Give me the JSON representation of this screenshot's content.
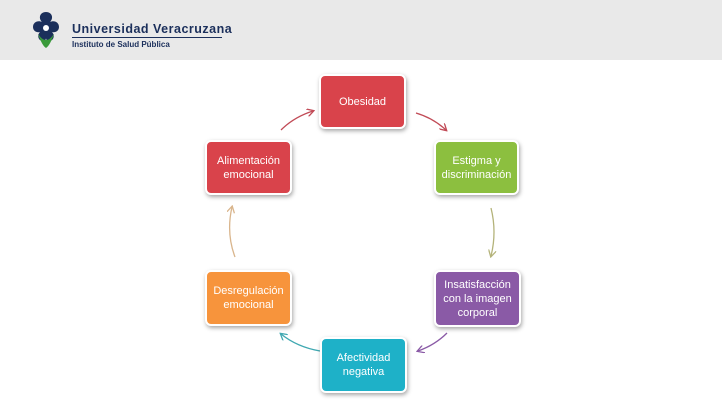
{
  "header": {
    "university": "Universidad Veracruzana",
    "institute": "Instituto de Salud Pública"
  },
  "diagram": {
    "nodes": [
      {
        "id": "obesidad",
        "label": "Obesidad",
        "color": "#d9434b"
      },
      {
        "id": "estigma",
        "label": "Estigma y\ndiscriminación",
        "color": "#8cbf3f"
      },
      {
        "id": "insatisfaccion",
        "label": "Insatisfacción\ncon la imagen\ncorporal",
        "color": "#8a5aa6"
      },
      {
        "id": "afectividad",
        "label": "Afectividad\nnegativa",
        "color": "#1eb1c8"
      },
      {
        "id": "desregulacion",
        "label": "Desregulación\nemocional",
        "color": "#f7943c"
      },
      {
        "id": "alimentacion",
        "label": "Alimentación\nemocional",
        "color": "#d9434b"
      }
    ],
    "arrow_colors": [
      "#c14a56",
      "#b4b37a",
      "#8a5aa6",
      "#3fa8b1",
      "#d9b58c",
      "#c14a56"
    ]
  }
}
